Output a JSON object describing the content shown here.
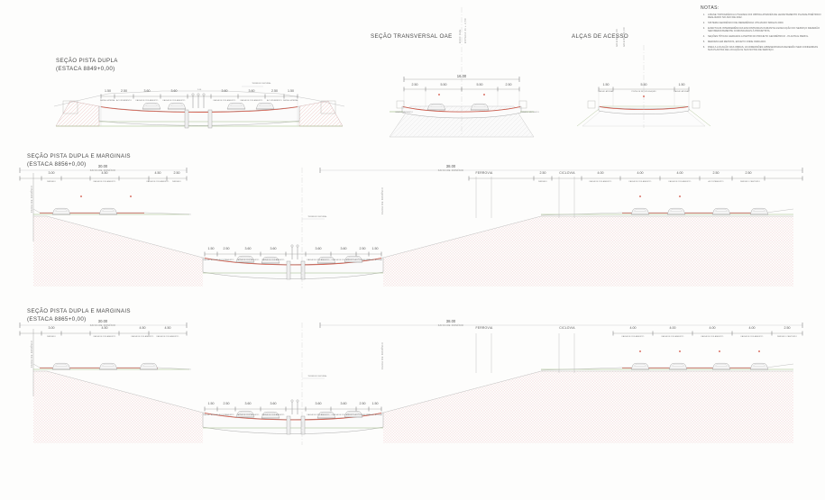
{
  "drawing": {
    "type": "engineering-cross-section-sheet",
    "background": "#fdfdfc",
    "colors": {
      "line": "#6a6a6a",
      "hatch": "#e8b4b4",
      "ground": "#9fb98f",
      "asphalt": "#c94b3b",
      "water": "#b9cfe0",
      "dim": "#555555"
    }
  },
  "notes": {
    "title": "NOTAS:",
    "items": [
      {
        "n": "1.",
        "text": "A BASE TOPOGRÁFICA UTILIZADA FOI OBTIDA ATRAVÉS DE LEVANTAMENTO PLANIALTIMÉTRICO REALIZADO NO ANO DE 2022."
      },
      {
        "n": "2.",
        "text": "SISTEMA GEODÉSICO DE REFERÊNCIA UTILIZADO SIRGAS 2000."
      },
      {
        "n": "3.",
        "text": "EVENTUAIS INTERFERÊNCIAS ENCONTRADAS DURANTE A EXECUÇÃO DO SERVIÇO DEVERÃO SER IMEDIATAMENTE COMUNICADAS À PROJETISTA."
      },
      {
        "n": "4.",
        "text": "SEÇÕES TÍPICAS GERADAS A PARTIR DO PROJETO GEOMÉTRICO - PLANTA E PERFIL."
      },
      {
        "n": "5.",
        "text": "MEDIDAS EM METROS, EXCETO ONDE INDICADO."
      },
      {
        "n": "6.",
        "text": "PARA A LOCAÇÃO DAS OBRAS, AS DIMENSÕES APRESENTADAS DEVERÃO SER CONFERIDAS NAS PLANTAS DE LOCAÇÃO E NAS NOTAS DE SERVIÇO."
      }
    ]
  },
  "sections": [
    {
      "id": "sec-pista-dupla",
      "title": "SEÇÃO PISTA DUPLA",
      "station": "(ESTACA 8849+0,00)",
      "ground_label": "TERRENO NATURAL",
      "dims": [
        {
          "value": "1.50",
          "label": "FAIXA LATERAL"
        },
        {
          "value": "2.50",
          "label": "ACOSTAMENTO"
        },
        {
          "value": "3.60",
          "label": "FAIXA DE ROLAMENTO"
        },
        {
          "value": "3.60",
          "label": "FAIXA DE ROLAMENTO"
        },
        {
          "value": "3.60",
          "label": "FAIXA DE ROLAMENTO"
        },
        {
          "value": "3.60",
          "label": "FAIXA DE ROLAMENTO"
        },
        {
          "value": "2.50",
          "label": "ACOSTAMENTO"
        },
        {
          "value": "1.50",
          "label": "FAIXA LATERAL"
        }
      ],
      "median": {
        "value": "1.00",
        "label": "CANTEIRO CENTRAL"
      }
    },
    {
      "id": "sec-transversal-oae",
      "title": "SEÇÃO TRANSVERSAL OAE",
      "total": "16.00",
      "vertical_labels": [
        "EIXO OAE",
        "ESTACA 11 + 2,50"
      ],
      "dims": [
        {
          "value": "2.50",
          "label": ""
        },
        {
          "value": "5.50",
          "label": ""
        },
        {
          "value": "5.50",
          "label": ""
        },
        {
          "value": "2.50",
          "label": ""
        }
      ],
      "side_labels": [
        "GRADIL METÁLICO",
        "GRADIL METÁLICO"
      ]
    },
    {
      "id": "sec-alcas-acesso",
      "title": "ALÇAS DE ACESSO",
      "vertical_labels": [
        "GREIDE 1,00",
        "GREIDE 20,00"
      ],
      "dims": [
        {
          "value": "1.50",
          "label": "FAIXA LATERAL"
        },
        {
          "value": "5.50",
          "label": "PISTA DE INTERLIGAÇÃO"
        },
        {
          "value": "1.50",
          "label": "FAIXA LATERAL"
        }
      ]
    },
    {
      "id": "sec-dupla-marginais-8856",
      "title": "SEÇÃO PISTA DUPLA E MARGINAIS",
      "station": "(ESTACA 8856+0,00)",
      "left_band": {
        "value": "30.00",
        "label": "FAIXA DE DOMÍNIO"
      },
      "right_band": {
        "value": "38.00",
        "label": "FAIXA DE DOMÍNIO"
      },
      "ground_label": "TERRENO NATURAL",
      "edge_label": "FAIXA DE DOMÍNIO",
      "left_dims": [
        {
          "value": "3.00",
          "label": "PASSEIO"
        },
        {
          "value": "4.50",
          "label": "FAIXA DE ROLAMENTO"
        },
        {
          "value": "4.50",
          "label": "FAIXA DE ROLAMENTO"
        },
        {
          "value": "2.50",
          "label": "PASSEIO"
        }
      ],
      "right_dims": [
        {
          "value": "2.50",
          "label": "PASSEIO"
        },
        {
          "value": "4.00",
          "label": "FAIXA DE ROLAMENTO"
        },
        {
          "value": "4.00",
          "label": "FAIXA DE ROLAMENTO"
        },
        {
          "value": "4.00",
          "label": "FAIXA DE ROLAMENTO"
        },
        {
          "value": "2.50",
          "label": "ACOSTAMENTO"
        },
        {
          "value": "2.50",
          "label": "PASSEIO CANTEIRO"
        }
      ],
      "feature_labels": [
        "FERROVIA",
        "CICLOVIA"
      ],
      "deck_dims": [
        {
          "value": "1.50",
          "label": "FAIXA LATERAL"
        },
        {
          "value": "2.50",
          "label": "ACOSTAMENTO"
        },
        {
          "value": "3.60",
          "label": "FAIXA DE ROLAMENTO"
        },
        {
          "value": "3.60",
          "label": "FAIXA DE ROLAMENTO"
        },
        {
          "value": "3.60",
          "label": "FAIXA DE ROLAMENTO"
        },
        {
          "value": "3.60",
          "label": "FAIXA DE ROLAMENTO"
        },
        {
          "value": "2.50",
          "label": "ACOSTAMENTO"
        },
        {
          "value": "1.50",
          "label": "FAIXA LATERAL"
        }
      ]
    },
    {
      "id": "sec-dupla-marginais-8865",
      "title": "SEÇÃO PISTA DUPLA E MARGINAIS",
      "station": "(ESTACA 8865+0,00)",
      "left_band": {
        "value": "30.00",
        "label": "FAIXA DE DOMÍNIO"
      },
      "right_band": {
        "value": "38.00",
        "label": "FAIXA DE DOMÍNIO"
      },
      "ground_label": "TERRENO NATURAL",
      "edge_label": "FAIXA DE DOMÍNIO",
      "left_dims": [
        {
          "value": "3.00",
          "label": "PASSEIO"
        },
        {
          "value": "4.50",
          "label": "FAIXA DE ROLAMENTO"
        },
        {
          "value": "4.50",
          "label": "FAIXA DE ROLAMENTO"
        },
        {
          "value": "4.50",
          "label": "FAIXA DE ROLAMENTO"
        }
      ],
      "right_dims": [
        {
          "value": "4.00",
          "label": "FAIXA DE ROLAMENTO"
        },
        {
          "value": "4.00",
          "label": "FAIXA DE ROLAMENTO"
        },
        {
          "value": "4.00",
          "label": "FAIXA DE ROLAMENTO"
        },
        {
          "value": "4.00",
          "label": "FAIXA DE ROLAMENTO"
        },
        {
          "value": "2.50",
          "label": "PASSEIO CANTEIRO"
        }
      ],
      "feature_labels": [
        "FERROVIA",
        "CICLOVIA"
      ],
      "deck_dims": [
        {
          "value": "1.50",
          "label": "FAIXA LATERAL"
        },
        {
          "value": "2.50",
          "label": "ACOSTAMENTO"
        },
        {
          "value": "3.60",
          "label": "FAIXA DE ROLAMENTO"
        },
        {
          "value": "3.60",
          "label": "FAIXA DE ROLAMENTO"
        },
        {
          "value": "3.60",
          "label": "FAIXA DE ROLAMENTO"
        },
        {
          "value": "3.60",
          "label": "FAIXA DE ROLAMENTO"
        },
        {
          "value": "2.50",
          "label": "ACOSTAMENTO"
        },
        {
          "value": "1.50",
          "label": "FAIXA LATERAL"
        }
      ]
    }
  ]
}
